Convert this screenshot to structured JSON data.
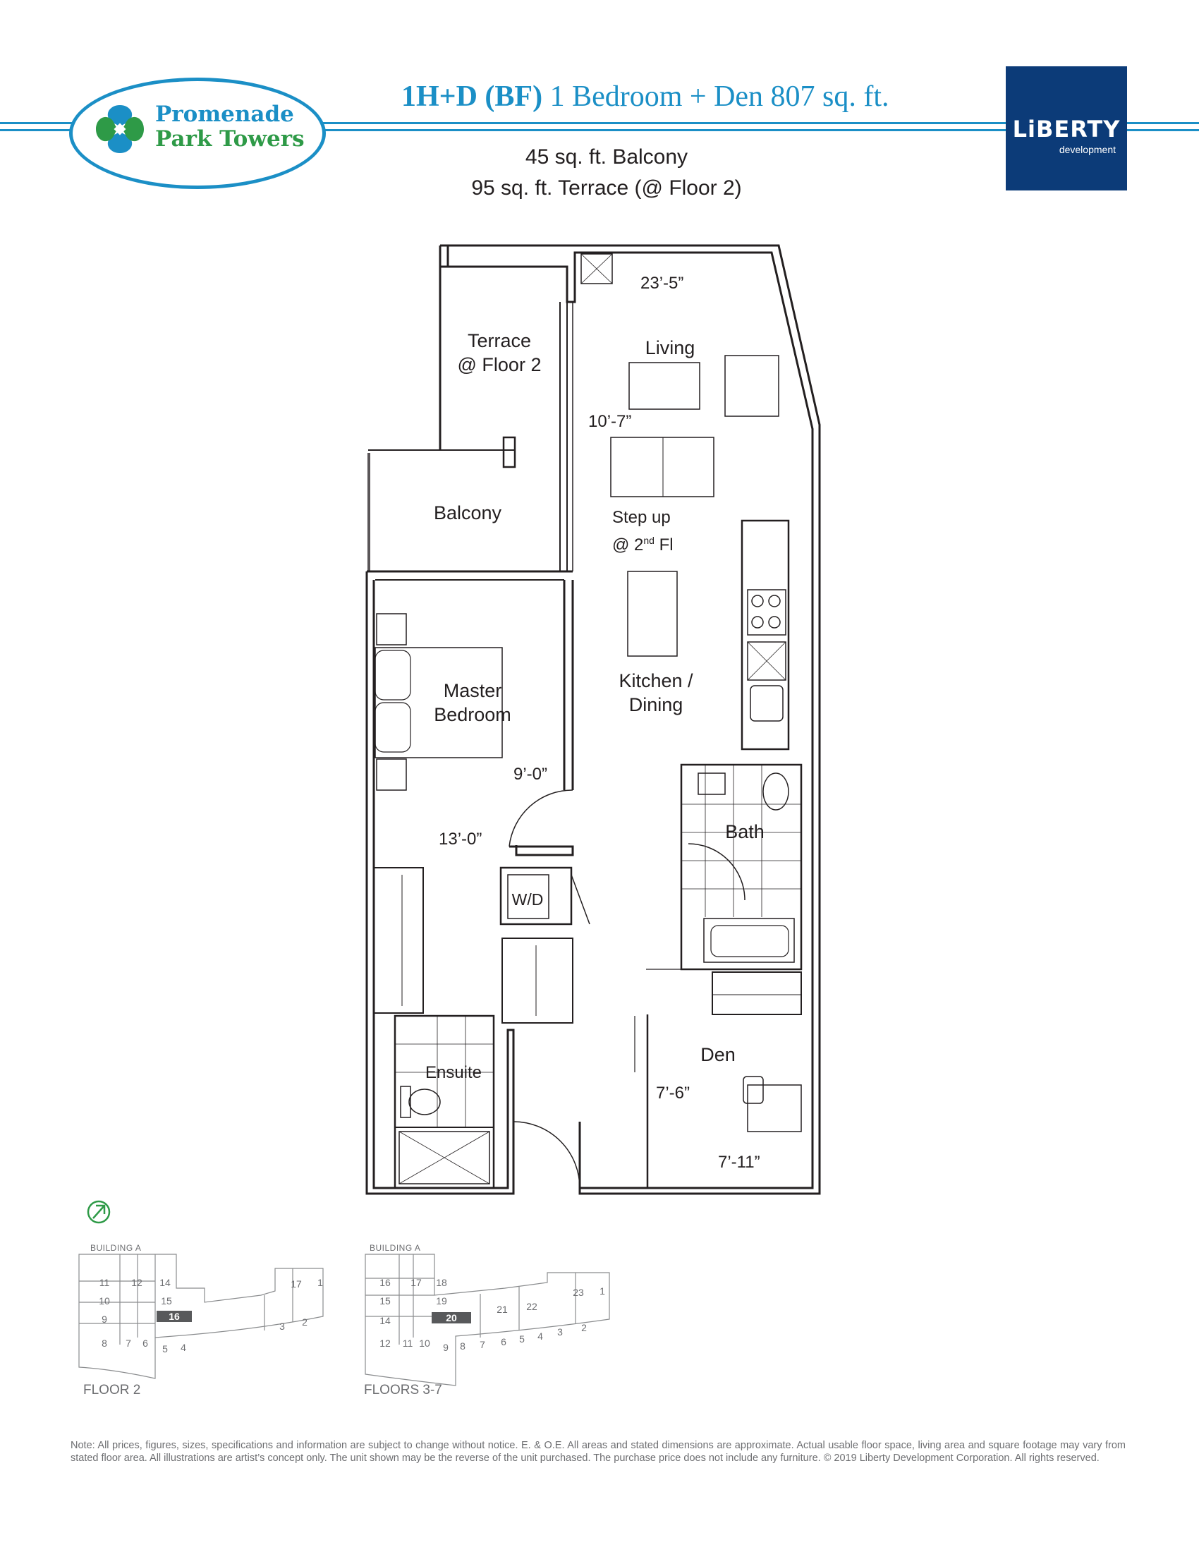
{
  "header": {
    "brand_line1": "Promenade",
    "brand_line2": "Park Towers",
    "unit_code": "1H+D (BF)",
    "unit_desc": "1 Bedroom + Den 807 sq. ft.",
    "balcony_area": "45 sq. ft. Balcony",
    "terrace_area": "95 sq. ft. Terrace (@ Floor 2)",
    "developer": "LiBERTY",
    "developer_sub": "development",
    "accent_color": "#1b8fc6",
    "brand_green": "#2e9a47",
    "developer_color": "#0c3b78"
  },
  "plan": {
    "rooms": {
      "terrace": "Terrace\n@ Floor 2",
      "living": "Living",
      "balcony": "Balcony",
      "step_up_line1": "Step up",
      "step_up_line2_pre": "@ 2",
      "step_up_line2_sup": "nd",
      "step_up_line2_post": " Fl",
      "master_bedroom": "Master\nBedroom",
      "kitchen_dining": "Kitchen /\nDining",
      "bath": "Bath",
      "wd": "W/D",
      "ensuite": "Ensuite",
      "den": "Den"
    },
    "dimensions": {
      "living_width": "23’-5”",
      "living_depth": "10’-7”",
      "bedroom_width": "9’-0”",
      "bedroom_depth": "13’-0”",
      "den_depth": "7’-6”",
      "den_width": "7’-11”"
    }
  },
  "keyplan": {
    "floor2": {
      "building": "BUILDING A",
      "label": "FLOOR 2",
      "units": [
        "11",
        "12",
        "14",
        "10",
        "15",
        "9",
        "16",
        "8",
        "7",
        "6",
        "5",
        "4",
        "17",
        "1",
        "3",
        "2"
      ],
      "highlighted": "16"
    },
    "floors37": {
      "building": "BUILDING A",
      "label": "FLOORS 3-7",
      "units": [
        "16",
        "17",
        "18",
        "15",
        "19",
        "14",
        "20",
        "21",
        "22",
        "23",
        "1",
        "12",
        "11",
        "10",
        "9",
        "8",
        "7",
        "6",
        "5",
        "4",
        "3",
        "2"
      ],
      "highlighted": "20"
    }
  },
  "note": "Note: All prices, figures, sizes, specifications and information are subject to change without notice. E. & O.E. All areas and stated dimensions are approximate. Actual usable floor space, living area and square footage may vary from stated floor area. All illustrations are artist’s concept only. The unit shown may be the reverse of the unit purchased. The purchase price does not include any furniture. © 2019 Liberty Development Corporation. All rights reserved."
}
